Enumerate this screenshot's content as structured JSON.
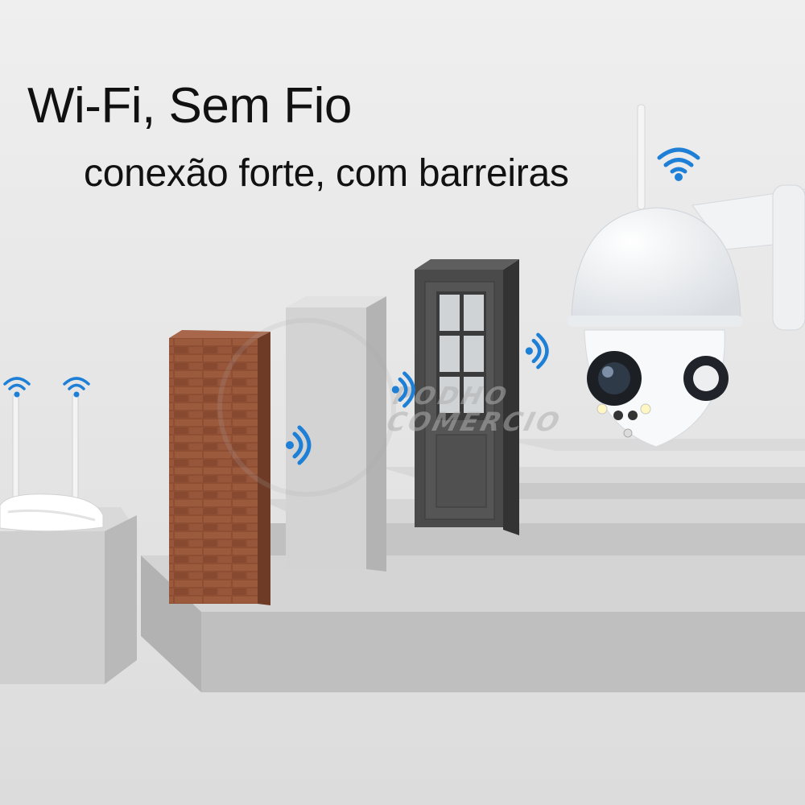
{
  "headline": "Wi-Fi, Sem Fio",
  "subline": "conexão forte, com barreiras",
  "watermark": {
    "line1": "PODHO",
    "line2": "COMERCIO"
  },
  "icons": {
    "signal": "wifi-signal-icon"
  },
  "colors": {
    "background": "#e6e6e6",
    "text": "#111111",
    "signal": "#1e7fd6",
    "brick": "#8e4e34",
    "door": "#4a4a4a",
    "panel": "#d3d3d3",
    "device": "#ffffff"
  }
}
